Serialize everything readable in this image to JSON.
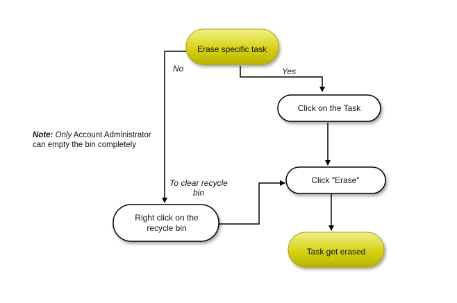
{
  "nodes": {
    "start": "Erase specific task",
    "click_task": "Click on the Task",
    "click_erase": "Click \"Erase\"",
    "right_click_line1": "Right click on the",
    "right_click_line2": "recycle bin",
    "end": "Task get erased"
  },
  "edges": {
    "no": "No",
    "yes": "Yes",
    "clear_line1": "To clear recycle",
    "clear_line2": "bin"
  },
  "note": {
    "label": "Note:",
    "emphasis": "Only",
    "rest_line1": " Account Administrator",
    "line2": "can empty the bin completely"
  },
  "colors": {
    "terminal_fill": "#c8c400",
    "terminal_highlight": "#eeea7a",
    "process_fill": "#ffffff",
    "stroke": "#000000"
  }
}
